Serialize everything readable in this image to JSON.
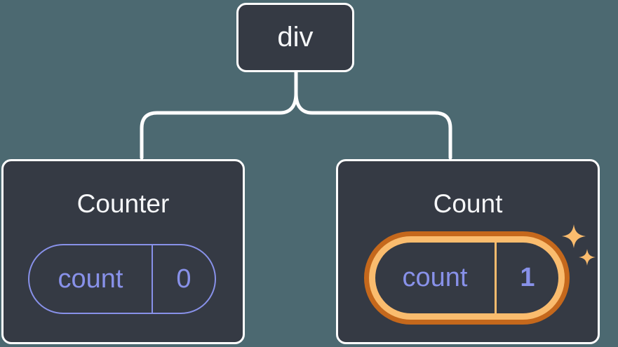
{
  "diagram": {
    "root": {
      "label": "div"
    },
    "children": [
      {
        "title": "Counter",
        "state_name": "count",
        "state_value": "0",
        "highlighted": false
      },
      {
        "title": "Count",
        "state_name": "count",
        "state_value": "1",
        "highlighted": true
      }
    ]
  },
  "colors": {
    "background": "#4C6971",
    "node_fill": "#353A44",
    "node_border": "#FFFFFF",
    "state_purple": "#8891E9",
    "highlight_orange_dark": "#C5681C",
    "highlight_orange_light": "#FABC6E",
    "title_text": "#F6F7F9"
  },
  "icons": {
    "sparkles": "sparkles-icon"
  }
}
